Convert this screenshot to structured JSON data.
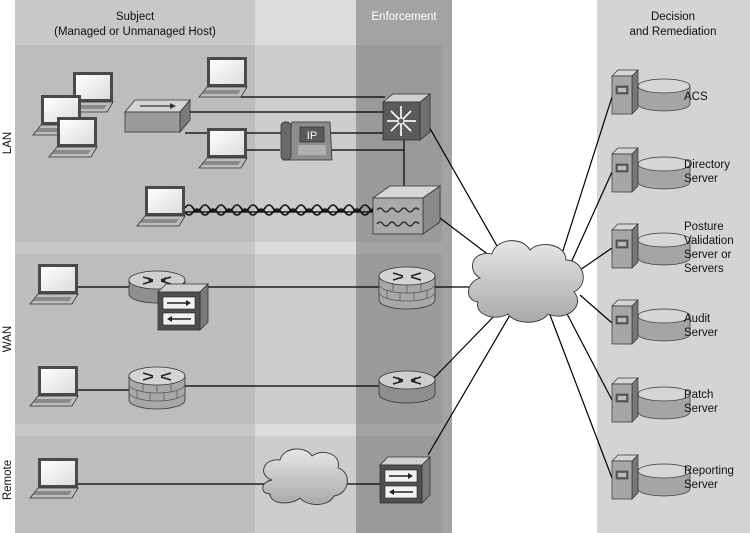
{
  "columns": {
    "subject_line1": "Subject",
    "subject_line2": "(Managed or Unmanaged Host)",
    "enforcement": "Enforcement",
    "decision_line1": "Decision",
    "decision_line2": "and Remediation"
  },
  "rows": {
    "lan": "LAN",
    "wan": "WAN",
    "remote": "Remote"
  },
  "servers": [
    {
      "lines": [
        "ACS"
      ]
    },
    {
      "lines": [
        "Directory",
        "Server"
      ]
    },
    {
      "lines": [
        "Posture",
        "Validation",
        "Server or",
        "Servers"
      ]
    },
    {
      "lines": [
        "Audit",
        "Server"
      ]
    },
    {
      "lines": [
        "Patch",
        "Server"
      ]
    },
    {
      "lines": [
        "Reporting",
        "Server"
      ]
    }
  ],
  "phone_label": "IP",
  "colors": {
    "panel": "#c6c6c6",
    "panel_light": "#dadada",
    "enforcement_col": "#a4a4a4",
    "row_band": "#b9b9b9",
    "device": "#9c9c9c",
    "device_dark": "#555555",
    "line": "#000000"
  }
}
